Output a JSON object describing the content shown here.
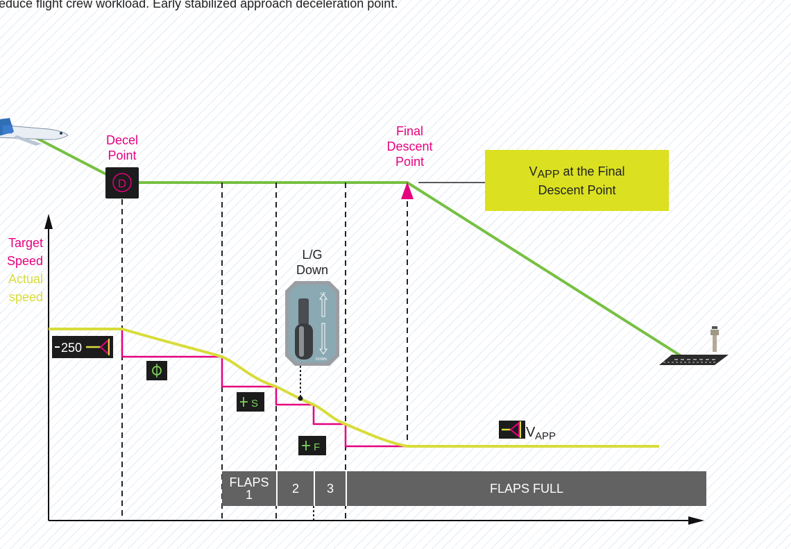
{
  "top_text": "educe flight crew workload. Early stabilized approach   deceleration point.",
  "decel_point": {
    "line1": "Decel",
    "line2": "Point",
    "symbol": "D"
  },
  "final_descent_point": {
    "line1": "Final",
    "line2": "Descent",
    "line3": "Point"
  },
  "callout": {
    "v": "V",
    "sub": "APP",
    "rest": " at the Final",
    "line2": "Descent Point",
    "bg_color": "#dbe121"
  },
  "gear": {
    "line1": "L/G",
    "line2": "Down",
    "up_label": "UP",
    "down_label": "DOWN"
  },
  "y_axis": {
    "target": "Target",
    "speed1": "Speed",
    "actual": "Actual",
    "speed2": "speed"
  },
  "speed_markers": {
    "green_dot": "O",
    "s_speed": "S",
    "f_speed": "F",
    "speed_250": "250",
    "vapp_v": "V",
    "vapp_sub": "APP"
  },
  "flaps": {
    "seg1_a": "FLAPS",
    "seg1_b": "1",
    "seg2": "2",
    "seg3": "3",
    "seg4": "FLAPS FULL",
    "bar_color": "#626262"
  },
  "colors": {
    "flight_path": "#77c043",
    "target_speed": "#e5007e",
    "actual_speed": "#d8dc3a",
    "background_stripe": "#e3eaf3"
  },
  "icons": [
    "aircraft-icon",
    "runway-icon",
    "control-tower-icon",
    "landing-gear-lever-icon"
  ]
}
